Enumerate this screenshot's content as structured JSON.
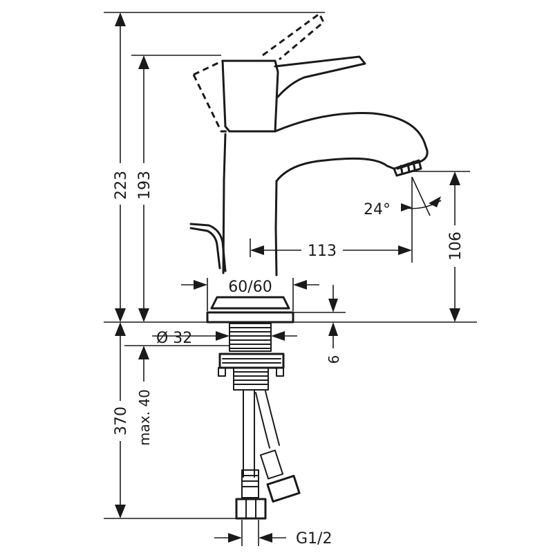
{
  "dimensions": {
    "total_height": "223",
    "body_height": "193",
    "spout_height": "106",
    "projection": "113",
    "spout_angle": "24°",
    "base_diameter": "60/60",
    "shank_diameter": "Ø 32",
    "plate_thickness": "6",
    "hose_length": "370",
    "max_counter": "max. 40",
    "thread": "G1/2"
  }
}
